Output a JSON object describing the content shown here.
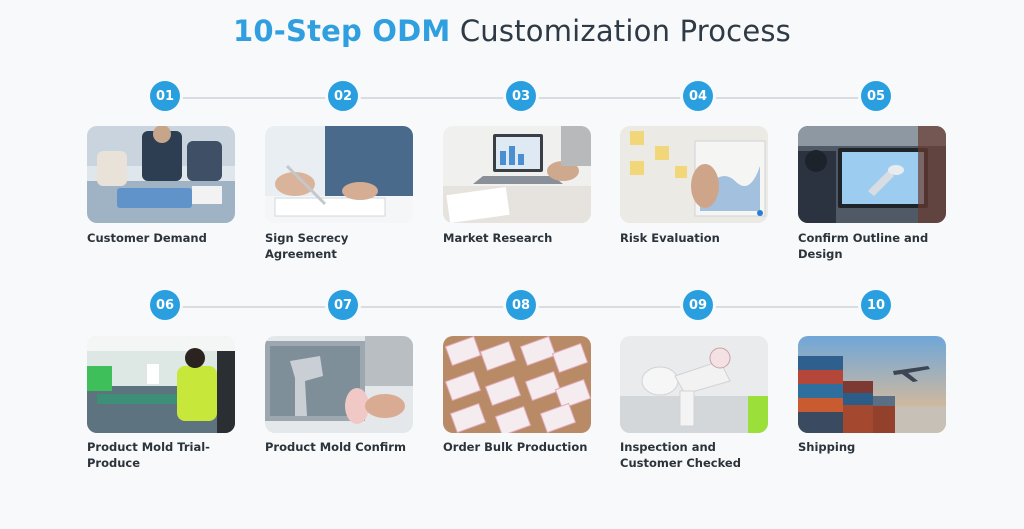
{
  "title": {
    "accent": "10-Step ODM",
    "rest": "Customization Process"
  },
  "colors": {
    "accent": "#2f9fe0",
    "badge": "#2a9fe0",
    "connector": "#d9dde1",
    "text": "#2b333b"
  },
  "steps": [
    {
      "number": "01",
      "label": "Customer Demand",
      "image": "business-meeting-photo"
    },
    {
      "number": "02",
      "label": "Sign Secrecy Agreement",
      "image": "signing-document-photo"
    },
    {
      "number": "03",
      "label": "Market Research",
      "image": "laptop-analytics-photo"
    },
    {
      "number": "04",
      "label": "Risk Evaluation",
      "image": "sticky-notes-board-photo"
    },
    {
      "number": "05",
      "label": "Confirm Outline and Design",
      "image": "cad-design-monitor-photo"
    },
    {
      "number": "06",
      "label": "Product Mold Trial-Produce",
      "image": "factory-workers-photo"
    },
    {
      "number": "07",
      "label": "Product Mold Confirm",
      "image": "prototype-review-photo"
    },
    {
      "number": "08",
      "label": "Order Bulk Production",
      "image": "boxed-products-photo"
    },
    {
      "number": "09",
      "label": "Inspection and Customer Checked",
      "image": "hair-dryer-inspection-photo"
    },
    {
      "number": "10",
      "label": "Shipping",
      "image": "shipping-containers-photo"
    }
  ]
}
